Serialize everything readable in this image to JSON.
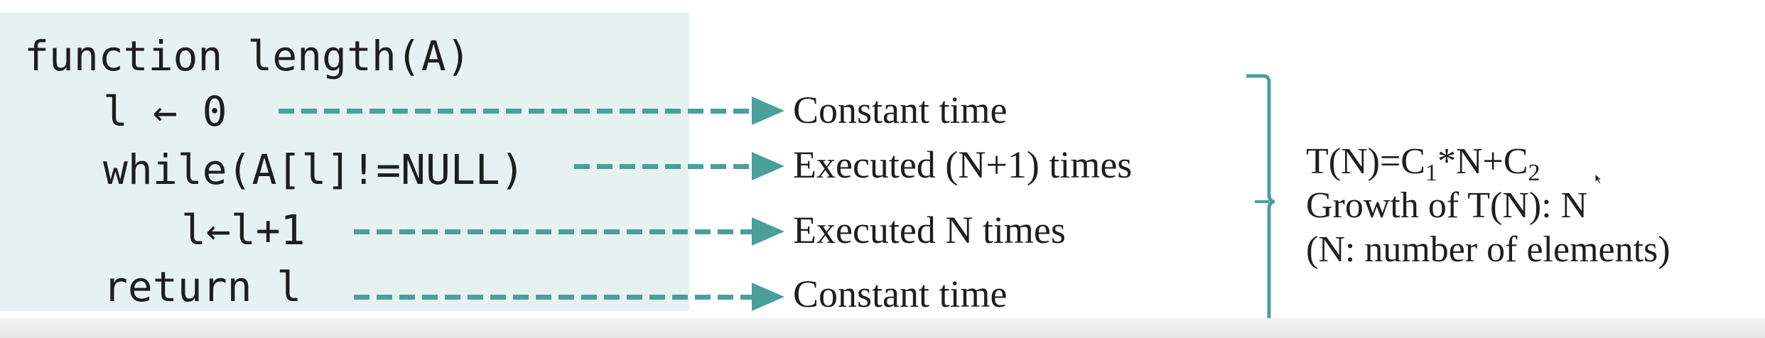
{
  "code": {
    "signature": "function length(A)",
    "lines": [
      {
        "code": "l ← 0",
        "annotation": "Constant time"
      },
      {
        "code": "while(A[l]!=NULL)",
        "annotation": "Executed (N+1) times"
      },
      {
        "code": "l←l+1",
        "annotation": "Executed N times"
      },
      {
        "code": "return l",
        "annotation": "Constant time"
      }
    ]
  },
  "summary": {
    "formula_prefix": "T(N)=C",
    "sub1": "1",
    "formula_mid": "*N+C",
    "sub2": "2",
    "growth": "Growth of T(N): N",
    "note": "(N: number of elements)"
  },
  "colors": {
    "panel": "#e6f2f1",
    "arrow": "#4a9f9a",
    "brace": "#4a9f9a",
    "text": "#1e1e1e"
  },
  "icons": [
    "dashed-arrow-right",
    "right-brace",
    "mouse-cursor"
  ]
}
